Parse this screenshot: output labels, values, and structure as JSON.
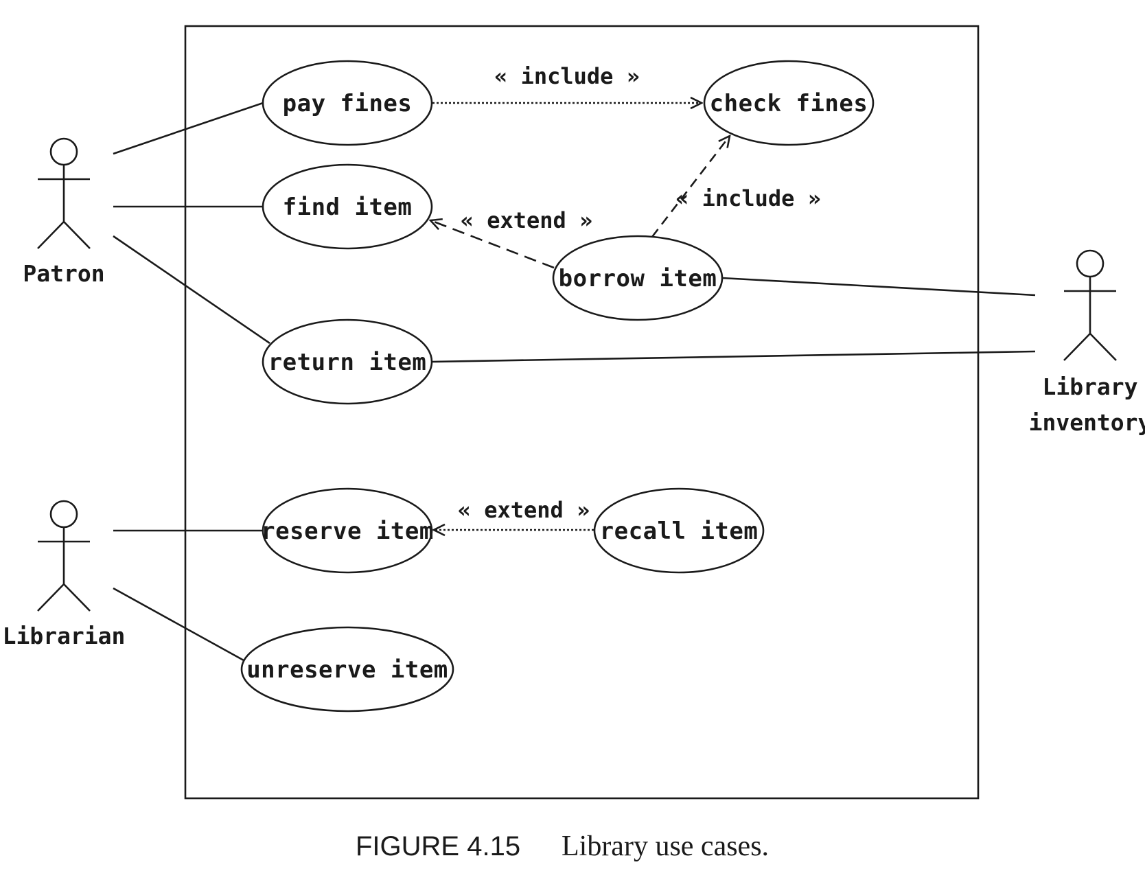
{
  "system_boundary": {},
  "actors": [
    {
      "id": "patron",
      "label": "Patron"
    },
    {
      "id": "librarian",
      "label": "Librarian"
    },
    {
      "id": "inventory",
      "lines": [
        "Library",
        "inventory"
      ]
    }
  ],
  "use_cases": [
    {
      "id": "pay_fines",
      "label": "pay fines"
    },
    {
      "id": "check_fines",
      "label": "check fines"
    },
    {
      "id": "find_item",
      "label": "find item"
    },
    {
      "id": "borrow_item",
      "label": "borrow item"
    },
    {
      "id": "return_item",
      "label": "return item"
    },
    {
      "id": "reserve_item",
      "label": "reserve item"
    },
    {
      "id": "recall_item",
      "label": "recall item"
    },
    {
      "id": "unreserve_item",
      "label": "unreserve item"
    }
  ],
  "associations": [
    {
      "actor": "patron",
      "use_case": "pay_fines"
    },
    {
      "actor": "patron",
      "use_case": "find_item"
    },
    {
      "actor": "patron",
      "use_case": "return_item"
    },
    {
      "actor": "inventory",
      "use_case": "borrow_item"
    },
    {
      "actor": "inventory",
      "use_case": "return_item"
    },
    {
      "actor": "librarian",
      "use_case": "reserve_item"
    },
    {
      "actor": "librarian",
      "use_case": "unreserve_item"
    }
  ],
  "relationships": [
    {
      "from": "pay_fines",
      "to": "check_fines",
      "label": "« include »",
      "style": "dotted"
    },
    {
      "from": "borrow_item",
      "to": "check_fines",
      "label": "« include »",
      "style": "dashed"
    },
    {
      "from": "borrow_item",
      "to": "find_item",
      "label": "« extend »",
      "style": "dashed"
    },
    {
      "from": "recall_item",
      "to": "reserve_item",
      "label": "« extend »",
      "style": "dotted"
    }
  ],
  "caption": {
    "number": "FIGURE 4.15",
    "text": "Library use cases."
  }
}
